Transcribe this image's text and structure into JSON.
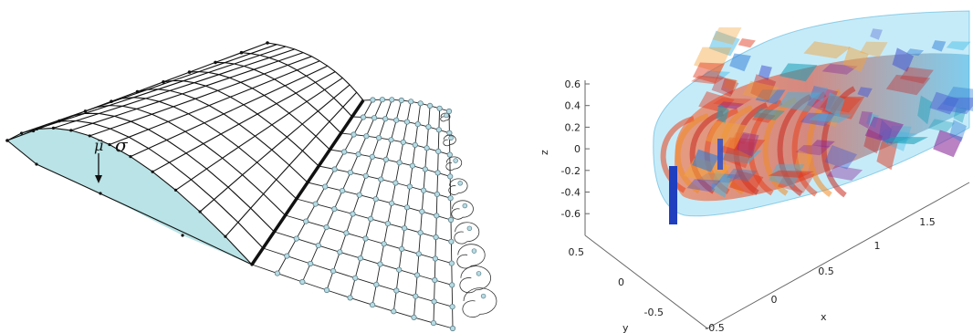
{
  "left_panel": {
    "symbols": {
      "mu": "μ̄",
      "sigma": "σ"
    },
    "colors": {
      "wing_fill": "#b9e3e6",
      "mesh": "#111111",
      "wake_node": "#b7dbe3"
    }
  },
  "right_panel": {
    "axes": {
      "x_label": "x",
      "y_label": "y",
      "z_label": "z"
    },
    "z_ticks": [
      "0.6",
      "0.4",
      "0.2",
      "0",
      "-0.2",
      "-0.4",
      "-0.6"
    ],
    "y_ticks": [
      "0.5",
      "0",
      "-0.5"
    ],
    "x_ticks": [
      "-0.5",
      "0",
      "0.5",
      "1",
      "1.5"
    ],
    "colors": {
      "body": "#1f3fbf",
      "axis": "#555555"
    }
  }
}
